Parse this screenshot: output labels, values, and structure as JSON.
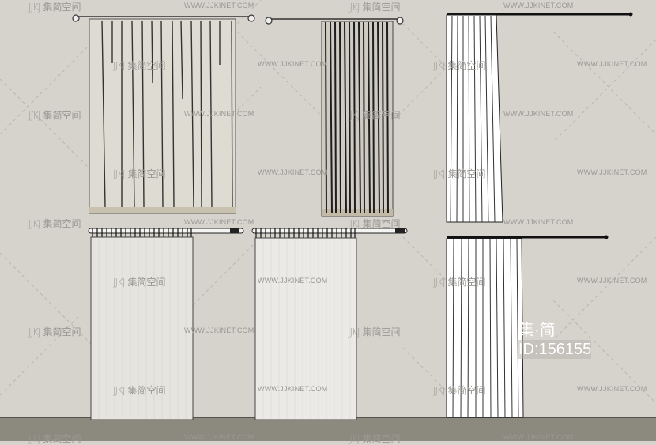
{
  "scene": {
    "description": "Sketch-style render sheet of six curtain models on a grey wall with dark floor",
    "background_color": "#d6d3cc",
    "floor_color": "#8c897f"
  },
  "watermarks": {
    "url_text": "WWW.JJKINET.COM",
    "logo_latin": "JJKJ",
    "logo_cjk": "集简空间"
  },
  "stamp": {
    "title": "集·简",
    "id_label": "ID:156155"
  },
  "curtains": [
    {
      "name": "beige-pleated-curtain",
      "rod": "thin rod with ring finials",
      "color": "#e2ddd0"
    },
    {
      "name": "dark-striped-curtain",
      "rod": "thin rod with ring finials",
      "color": "#4a4a4a"
    },
    {
      "name": "white-tall-curtain-top",
      "rod": "black bar rod",
      "color": "#ffffff"
    },
    {
      "name": "sheer-ringed-curtain-left",
      "rod": "white rod with black end cap and rings",
      "color": "#e6e4df"
    },
    {
      "name": "sheer-ringed-curtain-middle",
      "rod": "white rod with black end cap and rings",
      "color": "#ebeae7"
    },
    {
      "name": "white-tall-curtain-bottom",
      "rod": "black bar rod",
      "color": "#ffffff"
    }
  ]
}
